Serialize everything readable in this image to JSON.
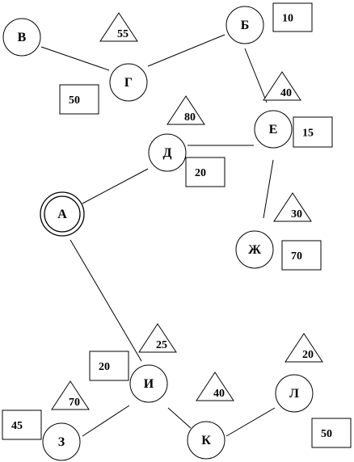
{
  "nodes": [
    {
      "id": "A",
      "label": "А",
      "double": true
    },
    {
      "id": "B6",
      "label": "Б"
    },
    {
      "id": "V",
      "label": "В"
    },
    {
      "id": "G",
      "label": "Г"
    },
    {
      "id": "D",
      "label": "Д"
    },
    {
      "id": "E",
      "label": "Е"
    },
    {
      "id": "ZH",
      "label": "Ж"
    },
    {
      "id": "Z",
      "label": "З"
    },
    {
      "id": "I",
      "label": "И"
    },
    {
      "id": "K",
      "label": "К"
    },
    {
      "id": "L",
      "label": "Л"
    }
  ],
  "edges": [
    [
      "V",
      "G"
    ],
    [
      "G",
      "B6"
    ],
    [
      "B6",
      "E"
    ],
    [
      "D",
      "E"
    ],
    [
      "A",
      "D"
    ],
    [
      "E",
      "ZH"
    ],
    [
      "A",
      "I"
    ],
    [
      "I",
      "Z"
    ],
    [
      "I",
      "K"
    ],
    [
      "K",
      "L"
    ]
  ],
  "triangles": [
    {
      "id": "t1",
      "value": "55"
    },
    {
      "id": "t2",
      "value": "40"
    },
    {
      "id": "t3",
      "value": "80"
    },
    {
      "id": "t4",
      "value": "30"
    },
    {
      "id": "t5",
      "value": "25"
    },
    {
      "id": "t6",
      "value": "70"
    },
    {
      "id": "t7",
      "value": "40"
    },
    {
      "id": "t8",
      "value": "20"
    }
  ],
  "boxes": [
    {
      "id": "b1",
      "value": "10"
    },
    {
      "id": "b2",
      "value": "50"
    },
    {
      "id": "b3",
      "value": "15"
    },
    {
      "id": "b4",
      "value": "20"
    },
    {
      "id": "b5",
      "value": "70"
    },
    {
      "id": "b6",
      "value": "20"
    },
    {
      "id": "b7",
      "value": "45"
    },
    {
      "id": "b8",
      "value": "50"
    }
  ]
}
